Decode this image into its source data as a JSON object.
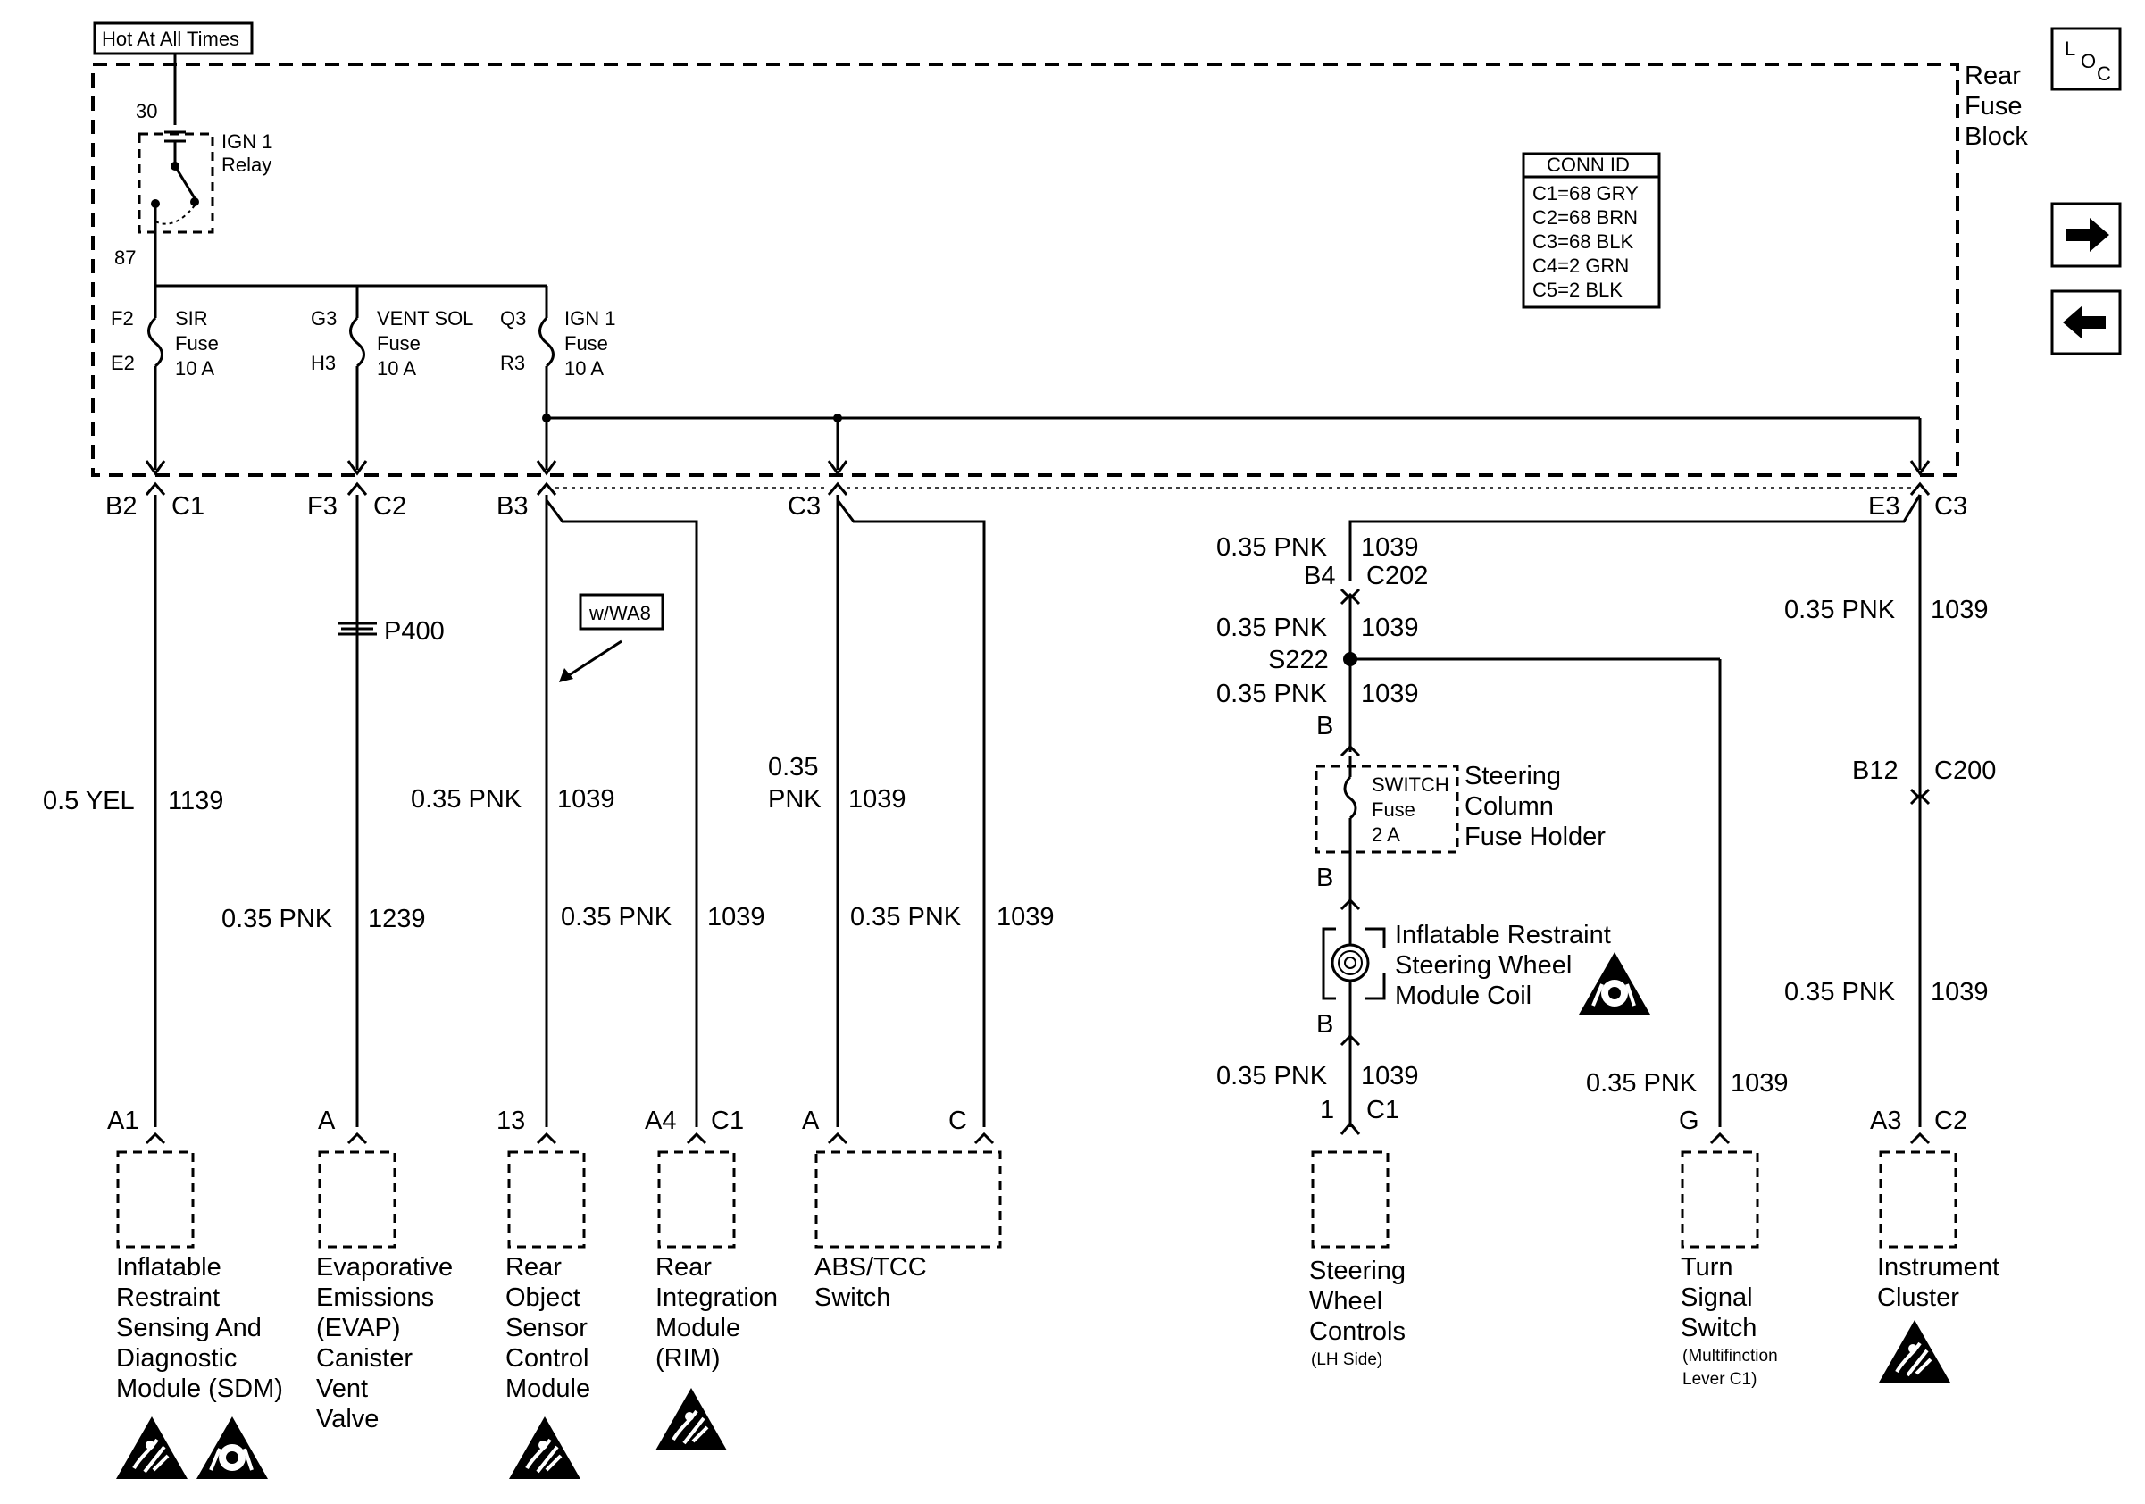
{
  "header": {
    "hot_label": "Hot At All Times"
  },
  "fuse_block": {
    "title_lines": [
      "Rear",
      "Fuse",
      "Block"
    ]
  },
  "nav": {
    "loc": {
      "l": "L",
      "o": "O",
      "c": "C"
    }
  },
  "conn_id": {
    "title": "CONN ID",
    "rows": [
      "C1=68 GRY",
      "C2=68 BRN",
      "C3=68 BLK",
      "C4=2 GRN",
      "C5=2 BLK"
    ]
  },
  "relay": {
    "pin_top": "30",
    "pin_bottom": "87",
    "name_lines": [
      "IGN 1",
      "Relay"
    ]
  },
  "fuses": [
    {
      "pin_top": "F2",
      "pin_bottom": "E2",
      "name_lines": [
        "SIR",
        "Fuse",
        "10 A"
      ]
    },
    {
      "pin_top": "G3",
      "pin_bottom": "H3",
      "name_lines": [
        "VENT SOL",
        "Fuse",
        "10 A"
      ]
    },
    {
      "pin_top": "Q3",
      "pin_bottom": "R3",
      "name_lines": [
        "IGN 1",
        "Fuse",
        "10 A"
      ]
    }
  ],
  "outputs": [
    {
      "pin": "B2",
      "conn": "C1"
    },
    {
      "pin": "F3",
      "conn": "C2"
    },
    {
      "pin": "B3",
      "conn": ""
    },
    {
      "pin": "C3",
      "conn": ""
    },
    {
      "pin": "E3",
      "conn": "C3"
    }
  ],
  "passthrough": {
    "name": "P400"
  },
  "option_tag": "w/WA8",
  "wires": [
    {
      "gauge": "0.5 YEL",
      "circuit": "1139"
    },
    {
      "gauge": "0.35 PNK",
      "circuit": "1239"
    },
    {
      "gauge": "0.35 PNK",
      "circuit": "1039"
    },
    {
      "gauge": "0.35 PNK",
      "circuit": "1039"
    },
    {
      "gauge_lines": [
        "0.35",
        "PNK"
      ],
      "circuit": "1039"
    },
    {
      "gauge": "0.35 PNK",
      "circuit": "1039"
    },
    {
      "gauge": "0.35 PNK",
      "circuit": "1039"
    },
    {
      "gauge": "0.35 PNK",
      "circuit": "1039"
    },
    {
      "gauge": "0.35 PNK",
      "circuit": "1039"
    },
    {
      "gauge": "0.35 PNK",
      "circuit": "1039"
    },
    {
      "gauge": "0.35 PNK",
      "circuit": "1039"
    },
    {
      "gauge": "0.35 PNK",
      "circuit": "1039"
    },
    {
      "gauge": "0.35 PNK",
      "circuit": "1039"
    }
  ],
  "connectors": {
    "c202": {
      "pin": "B4",
      "conn": "C202"
    },
    "splice": {
      "name": "S222"
    },
    "holder_in": "B",
    "holder_out": "B",
    "coil_out": "B",
    "c1_bottom": {
      "pin": "1",
      "conn": "C1"
    },
    "c200": {
      "pin": "B12",
      "conn": "C200"
    }
  },
  "switch_fuse": {
    "lines": [
      "SWITCH",
      "Fuse",
      "2 A"
    ],
    "holder_lines": [
      "Steering",
      "Column",
      "Fuse  Holder"
    ]
  },
  "coil": {
    "lines": [
      "Inflatable Restraint",
      "Steering Wheel",
      "Module Coil"
    ]
  },
  "components": [
    {
      "pins": [
        "A1"
      ],
      "lines": [
        "Inflatable",
        "Restraint",
        "Sensing And",
        "Diagnostic",
        "Module (SDM)"
      ]
    },
    {
      "pins": [
        "A"
      ],
      "lines": [
        "Evaporative",
        "Emissions",
        "(EVAP)",
        "Canister",
        "Vent",
        "Valve"
      ]
    },
    {
      "pins": [
        "13"
      ],
      "lines": [
        "Rear",
        "Object",
        "Sensor",
        "Control",
        "Module"
      ]
    },
    {
      "pins": [
        "A4",
        "C1"
      ],
      "lines": [
        "Rear",
        "Integration",
        "Module",
        "(RIM)"
      ]
    },
    {
      "pins": [
        "A",
        "C"
      ],
      "lines": [
        "ABS/TCC",
        "Switch"
      ]
    },
    {
      "pins": [
        "1",
        "C1"
      ],
      "lines": [
        "Steering",
        "Wheel",
        "Controls"
      ],
      "sub_lines": [
        "(LH Side)"
      ]
    },
    {
      "pins": [
        "G"
      ],
      "lines": [
        "Turn",
        "Signal",
        "Switch"
      ],
      "sub_lines": [
        "(Multifinction",
        "Lever C1)"
      ]
    },
    {
      "pins": [
        "A3",
        "C2"
      ],
      "lines": [
        "Instrument",
        "Cluster"
      ]
    }
  ],
  "icons": [
    "esd-warning-icon",
    "airbag-warning-icon",
    "location-icon",
    "arrow-right-icon",
    "arrow-left-icon"
  ]
}
